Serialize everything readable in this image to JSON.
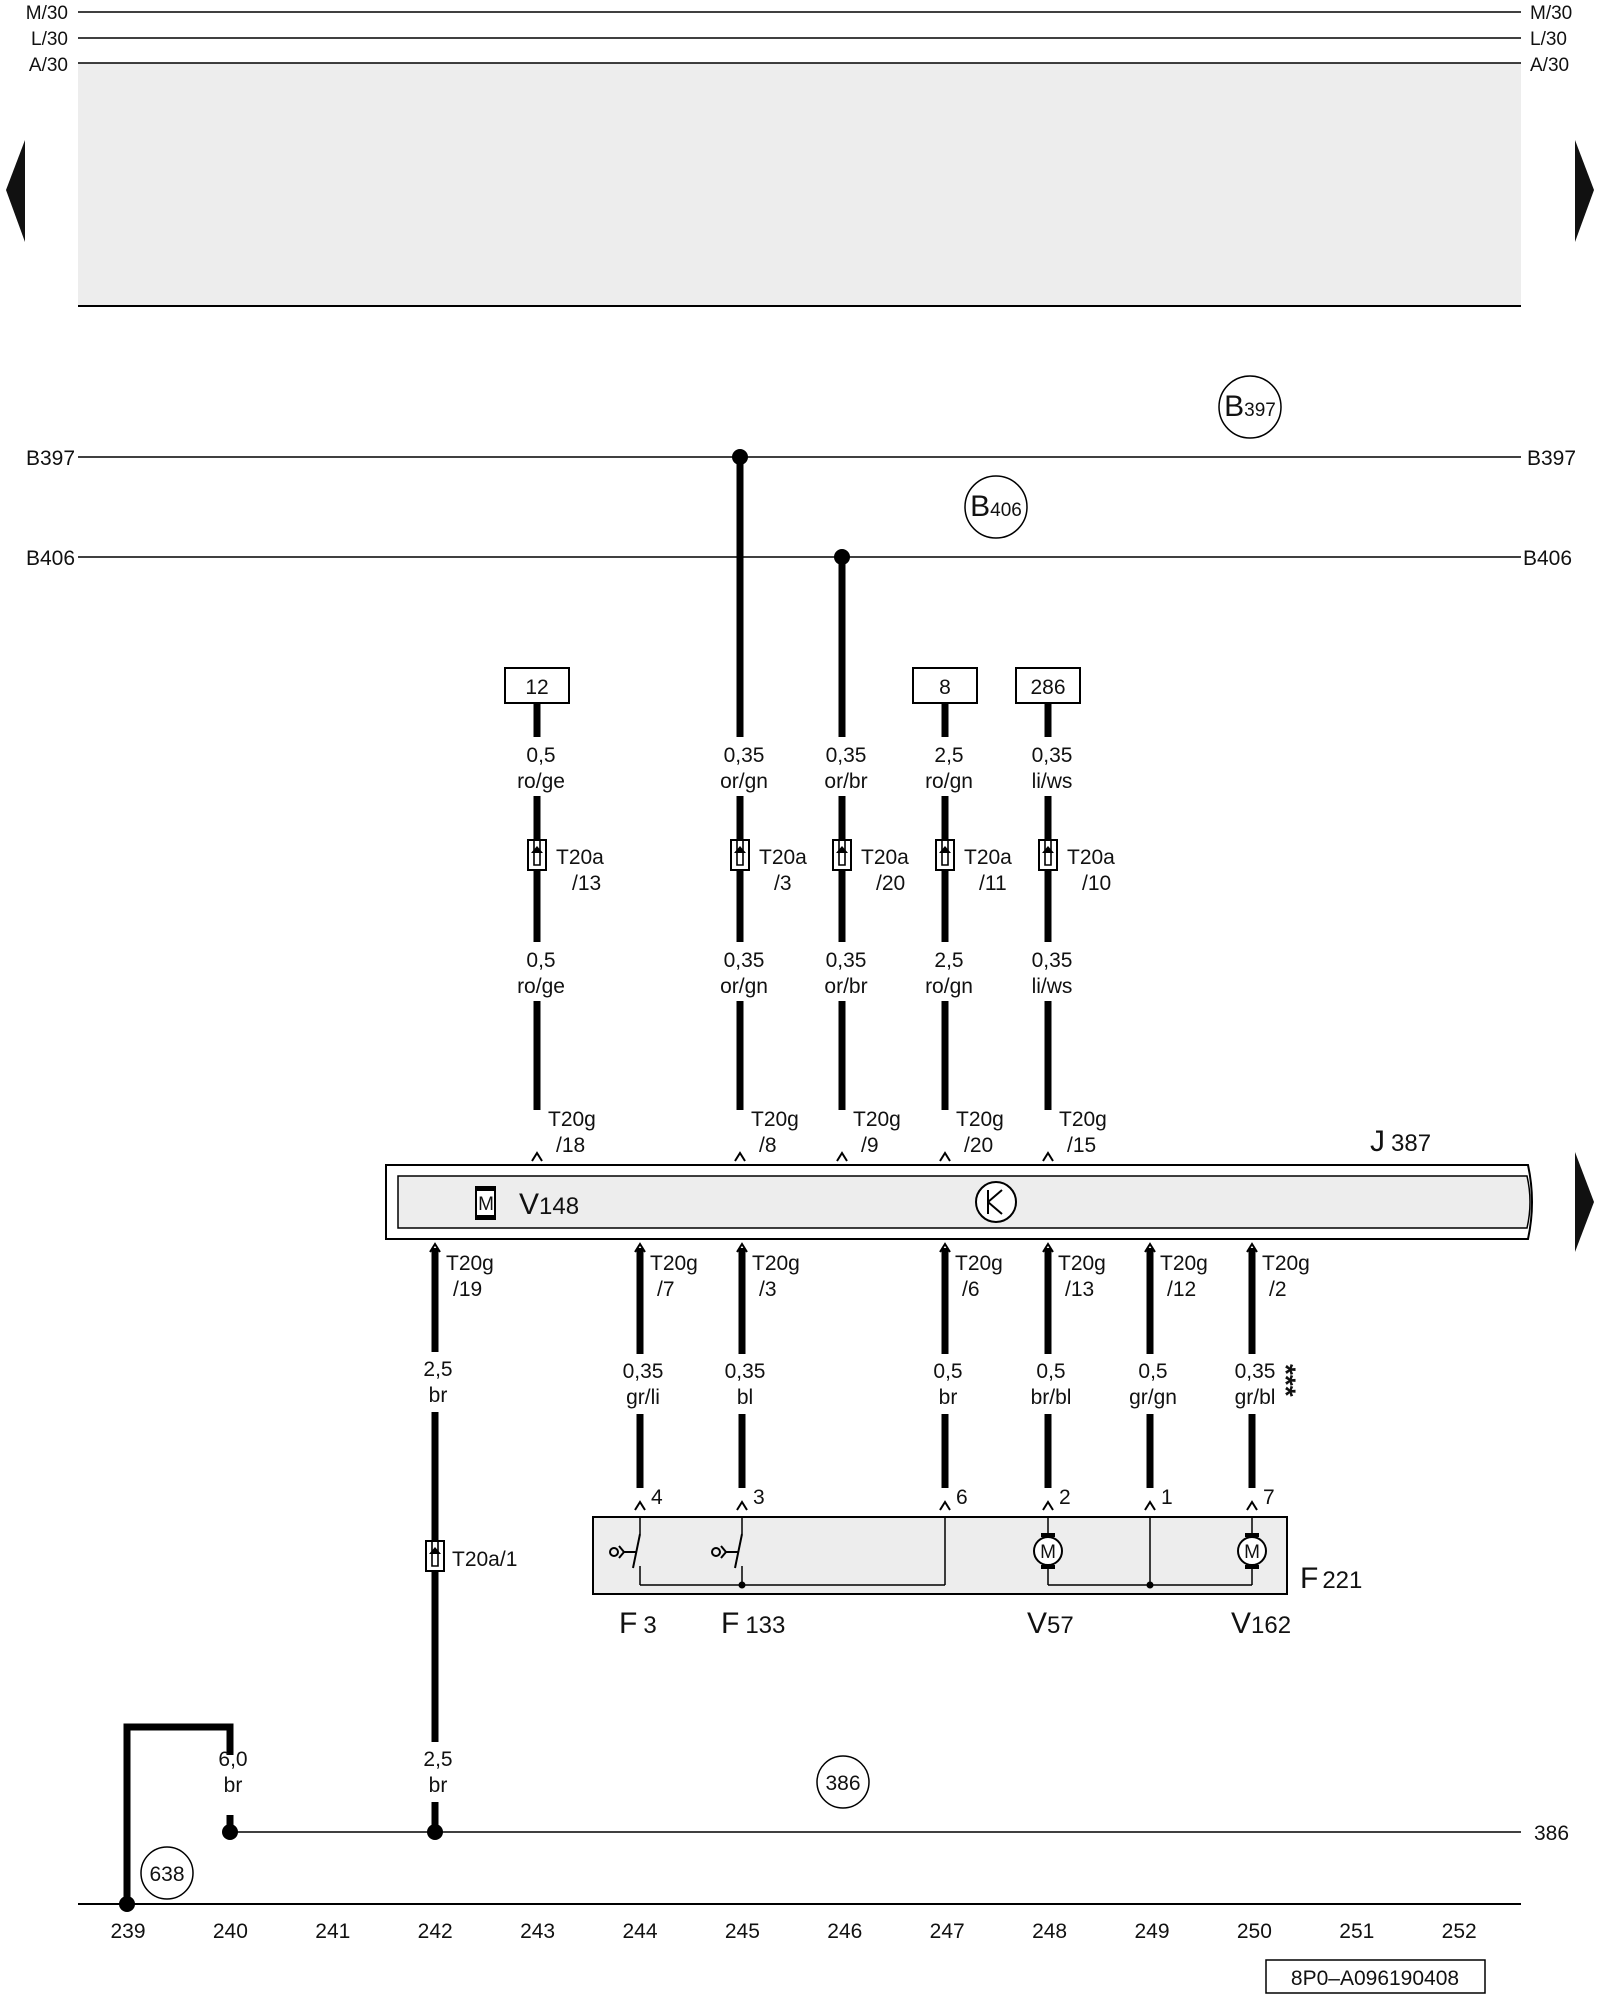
{
  "power_rails": {
    "top_left": [
      "M/30",
      "L/30",
      "A/30"
    ],
    "top_right": [
      "M/30",
      "L/30",
      "A/30"
    ]
  },
  "buses": {
    "b397": {
      "left": "B397",
      "right": "B397",
      "circle_main": "B",
      "circle_sub": "397"
    },
    "b406": {
      "left": "B406",
      "right": "B406",
      "circle_main": "B",
      "circle_sub": "406"
    }
  },
  "boxes": {
    "b12": "12",
    "b8": "8",
    "b286": "286"
  },
  "upper_wires": {
    "w243": {
      "cs_a": "0,5",
      "col_a": "ro/ge",
      "conn": "T20a",
      "pin": "/13",
      "cs_b": "0,5",
      "col_b": "ro/ge",
      "tg": "T20g",
      "tgpin": "/18"
    },
    "w245": {
      "cs_a": "0,35",
      "col_a": "or/gn",
      "conn": "T20a",
      "pin": "/3",
      "cs_b": "0,35",
      "col_b": "or/gn",
      "tg": "T20g",
      "tgpin": "/8"
    },
    "w246": {
      "cs_a": "0,35",
      "col_a": "or/br",
      "conn": "T20a",
      "pin": "/20",
      "cs_b": "0,35",
      "col_b": "or/br",
      "tg": "T20g",
      "tgpin": "/9"
    },
    "w247": {
      "cs_a": "2,5",
      "col_a": "ro/gn",
      "conn": "T20a",
      "pin": "/11",
      "cs_b": "2,5",
      "col_b": "ro/gn",
      "tg": "T20g",
      "tgpin": "/20"
    },
    "w248": {
      "cs_a": "0,35",
      "col_a": "li/ws",
      "conn": "T20a",
      "pin": "/10",
      "cs_b": "0,35",
      "col_b": "li/ws",
      "tg": "T20g",
      "tgpin": "/15"
    }
  },
  "module_j387": {
    "main": "J",
    "sub": "387",
    "motor_main": "V",
    "motor_sub": "148",
    "motor_letter": "M"
  },
  "lower_wires": {
    "w242": {
      "tg": "T20g",
      "tgpin": "/19",
      "cs": "2,5",
      "col": "br"
    },
    "w244": {
      "tg": "T20g",
      "tgpin": "/7",
      "cs": "0,35",
      "col": "gr/li",
      "pin": "4"
    },
    "w245": {
      "tg": "T20g",
      "tgpin": "/3",
      "cs": "0,35",
      "col": "bl",
      "pin": "3"
    },
    "w247": {
      "tg": "T20g",
      "tgpin": "/6",
      "cs": "0,5",
      "col": "br",
      "pin": "6"
    },
    "w248": {
      "tg": "T20g",
      "tgpin": "/13",
      "cs": "0,5",
      "col": "br/bl",
      "pin": "2"
    },
    "w249": {
      "tg": "T20g",
      "tgpin": "/12",
      "cs": "0,5",
      "col": "gr/gn",
      "pin": "1"
    },
    "w250": {
      "tg": "T20g",
      "tgpin": "/2",
      "cs": "0,35",
      "col": "gr/bl",
      "pin": "7"
    }
  },
  "stars": "***",
  "connector_t20a1": "T20a/1",
  "lower_wire_242": {
    "cs": "2,5",
    "col": "br"
  },
  "wire_240": {
    "cs": "6,0",
    "col": "br"
  },
  "unit_f221": {
    "main": "F",
    "sub": "221",
    "motor_letter_1": "M",
    "motor_letter_2": "M"
  },
  "components": {
    "f3": {
      "main": "F",
      "sub": "3"
    },
    "f133": {
      "main": "F",
      "sub": "133"
    },
    "v57": {
      "main": "V",
      "sub": "57"
    },
    "v162": {
      "main": "V",
      "sub": "162"
    }
  },
  "ground": {
    "circle_386": "386",
    "right_386": "386",
    "circle_638": "638"
  },
  "ruler": [
    "239",
    "240",
    "241",
    "242",
    "243",
    "244",
    "245",
    "246",
    "247",
    "248",
    "249",
    "250",
    "251",
    "252"
  ],
  "footer_code": "8P0–A096190408"
}
